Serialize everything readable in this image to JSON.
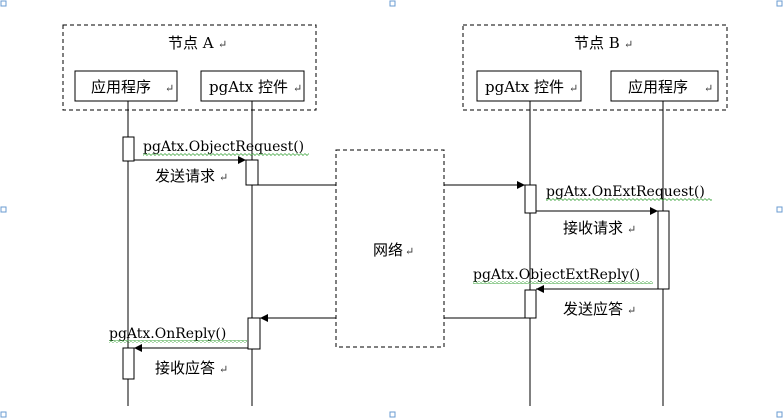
{
  "node_a": {
    "title": "节点 A",
    "app_label": "应用程序",
    "ctrl_label": "pgAtx 控件"
  },
  "node_b": {
    "title": "节点 B",
    "ctrl_label": "pgAtx 控件",
    "app_label": "应用程序"
  },
  "network_label": "网络",
  "messages": {
    "object_request": "pgAtx.ObjectRequest()",
    "send_request": "发送请求",
    "on_ext_request": "pgAtx.OnExtRequest()",
    "receive_request": "接收请求",
    "object_ext_reply": "pgAtx.ObjectExtReply()",
    "send_reply": "发送应答",
    "on_reply": "pgAtx.OnReply()",
    "receive_reply": "接收应答"
  },
  "paragraph_mark": "↵"
}
